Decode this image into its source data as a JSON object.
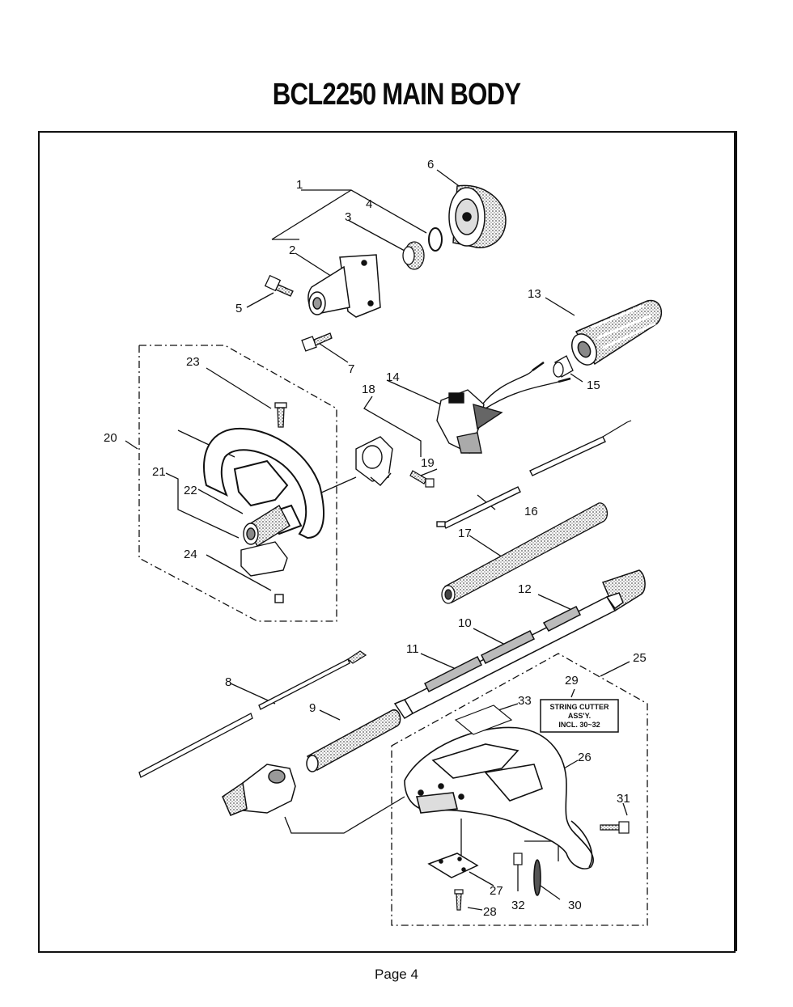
{
  "title": "BCL2250 MAIN BODY",
  "page_label": "Page 4",
  "callout_box": {
    "line1": "STRING CUTTER",
    "line2": "ASS'Y.",
    "line3": "INCL. 30~32"
  },
  "parts": [
    {
      "id": "p1",
      "num": "1"
    },
    {
      "id": "p2",
      "num": "2"
    },
    {
      "id": "p3",
      "num": "3"
    },
    {
      "id": "p4",
      "num": "4"
    },
    {
      "id": "p5",
      "num": "5"
    },
    {
      "id": "p6",
      "num": "6"
    },
    {
      "id": "p7",
      "num": "7"
    },
    {
      "id": "p8",
      "num": "8"
    },
    {
      "id": "p9",
      "num": "9"
    },
    {
      "id": "p10",
      "num": "10"
    },
    {
      "id": "p11",
      "num": "11"
    },
    {
      "id": "p12",
      "num": "12"
    },
    {
      "id": "p13",
      "num": "13"
    },
    {
      "id": "p14",
      "num": "14"
    },
    {
      "id": "p15",
      "num": "15"
    },
    {
      "id": "p16",
      "num": "16"
    },
    {
      "id": "p17",
      "num": "17"
    },
    {
      "id": "p18",
      "num": "18"
    },
    {
      "id": "p19",
      "num": "19"
    },
    {
      "id": "p20",
      "num": "20"
    },
    {
      "id": "p21",
      "num": "21"
    },
    {
      "id": "p22",
      "num": "22"
    },
    {
      "id": "p23",
      "num": "23"
    },
    {
      "id": "p24",
      "num": "24"
    },
    {
      "id": "p25",
      "num": "25"
    },
    {
      "id": "p26",
      "num": "26"
    },
    {
      "id": "p27",
      "num": "27"
    },
    {
      "id": "p28",
      "num": "28"
    },
    {
      "id": "p29",
      "num": "29"
    },
    {
      "id": "p30",
      "num": "30"
    },
    {
      "id": "p31",
      "num": "31"
    },
    {
      "id": "p32",
      "num": "32"
    },
    {
      "id": "p33",
      "num": "33"
    }
  ],
  "colors": {
    "ink": "#111111",
    "paper": "#ffffff",
    "shade": "#9a9a9a"
  }
}
